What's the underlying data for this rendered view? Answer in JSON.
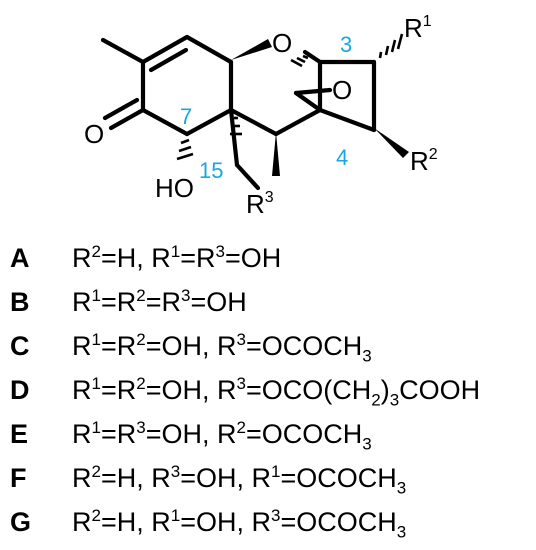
{
  "structure": {
    "atom_labels": {
      "ring_oxygen": "O",
      "epoxide_oxygen": "O",
      "ketone_oxygen": "O",
      "hydroxyl": "HO",
      "r1": "R",
      "r1_sup": "1",
      "r2": "R",
      "r2_sup": "2",
      "r3": "R",
      "r3_sup": "3"
    },
    "position_numbers": {
      "c3": "3",
      "c4": "4",
      "c7": "7",
      "c15": "15"
    },
    "number_color": "#1aa7e0"
  },
  "legend": [
    {
      "key": "A",
      "parts": [
        [
          "R",
          "2"
        ],
        "=H, ",
        [
          "R",
          "1"
        ],
        "=",
        [
          "R",
          "3"
        ],
        "=OH"
      ]
    },
    {
      "key": "B",
      "parts": [
        [
          "R",
          "1"
        ],
        "=",
        [
          "R",
          "2"
        ],
        "=",
        [
          "R",
          "3"
        ],
        "=OH"
      ]
    },
    {
      "key": "C",
      "parts": [
        [
          "R",
          "1"
        ],
        "=",
        [
          "R",
          "2"
        ],
        "=OH, ",
        [
          "R",
          "3"
        ],
        "=OCOCH",
        [
          "",
          "3"
        ]
      ]
    },
    {
      "key": "D",
      "parts": [
        [
          "R",
          "1"
        ],
        "=",
        [
          "R",
          "2"
        ],
        "=OH, ",
        [
          "R",
          "3"
        ],
        "=OCO(CH",
        [
          "",
          "2"
        ],
        ")",
        [
          "",
          "3"
        ],
        "COOH"
      ]
    },
    {
      "key": "E",
      "parts": [
        [
          "R",
          "1"
        ],
        "=",
        [
          "R",
          "3"
        ],
        "=OH, ",
        [
          "R",
          "2"
        ],
        "=OCOCH",
        [
          "",
          "3"
        ]
      ]
    },
    {
      "key": "F",
      "parts": [
        [
          "R",
          "2"
        ],
        "=H, ",
        [
          "R",
          "3"
        ],
        "=OH, ",
        [
          "R",
          "1"
        ],
        "=OCOCH",
        [
          "",
          "3"
        ]
      ]
    },
    {
      "key": "G",
      "parts": [
        [
          "R",
          "2"
        ],
        "=H, ",
        [
          "R",
          "1"
        ],
        "=OH, ",
        [
          "R",
          "3"
        ],
        "=OCOCH",
        [
          "",
          "3"
        ]
      ]
    }
  ]
}
